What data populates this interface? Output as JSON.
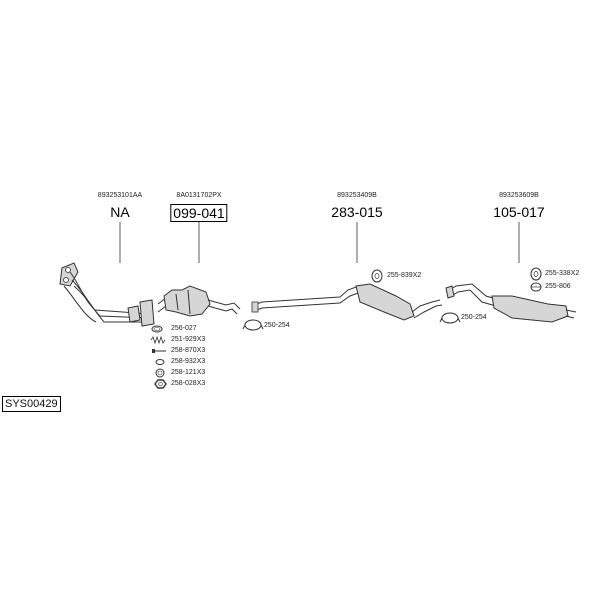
{
  "system_code": "SYS00429",
  "assemblies": [
    {
      "id": "front_pipe",
      "oem": "893253101AA",
      "part": "NA",
      "boxed": false
    },
    {
      "id": "catalyst",
      "oem": "8A0131702PX",
      "part": "099-041",
      "boxed": true
    },
    {
      "id": "middle_silencer",
      "oem": "893253409B",
      "part": "283-015",
      "boxed": false
    },
    {
      "id": "rear_silencer",
      "oem": "893253609B",
      "part": "105-017",
      "boxed": false
    }
  ],
  "accessories": {
    "cat_kit": [
      {
        "code": "256-027",
        "icon": "gasket-ring-icon"
      },
      {
        "code": "251-929X3",
        "icon": "spring-icon"
      },
      {
        "code": "258-870X3",
        "icon": "bolt-icon"
      },
      {
        "code": "258-932X3",
        "icon": "washer-icon"
      },
      {
        "code": "258-121X3",
        "icon": "lock-ring-icon"
      },
      {
        "code": "258-028X3",
        "icon": "nut-icon"
      }
    ],
    "clamp_1": {
      "code": "250-254",
      "icon": "clamp-icon"
    },
    "mount_1": {
      "code": "255-839X2",
      "icon": "rubber-mount-icon"
    },
    "clamp_2": {
      "code": "250-254",
      "icon": "clamp-icon"
    },
    "mount_2": {
      "code": "255-338X2",
      "icon": "rubber-mount-icon"
    },
    "mount_3": {
      "code": "255-806",
      "icon": "rubber-mount-icon"
    }
  }
}
